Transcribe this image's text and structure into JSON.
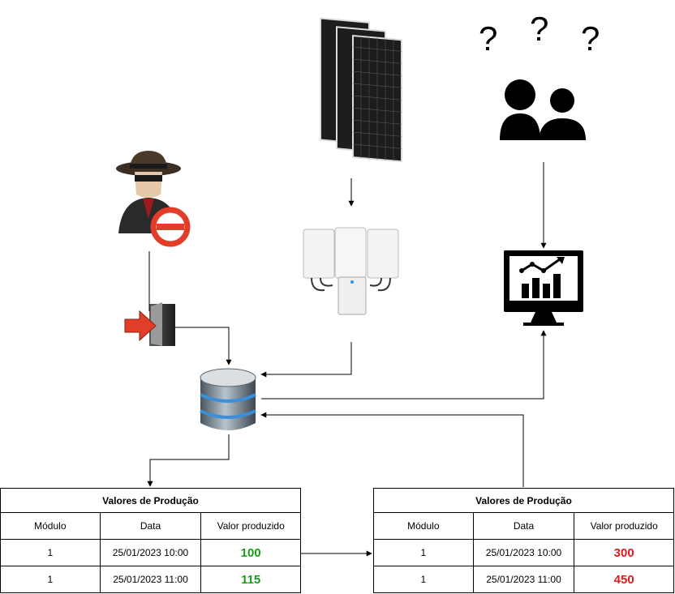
{
  "tables": [
    {
      "title": "Valores de Produção",
      "headers": [
        "Módulo",
        "Data",
        "Valor produzido"
      ],
      "rows": [
        {
          "modulo": "1",
          "data": "25/01/2023 10:00",
          "valor": "100"
        },
        {
          "modulo": "1",
          "data": "25/01/2023 11:00",
          "valor": "115"
        }
      ],
      "value_color": "#1a9b1a"
    },
    {
      "title": "Valores de Produção",
      "headers": [
        "Módulo",
        "Data",
        "Valor produzido"
      ],
      "rows": [
        {
          "modulo": "1",
          "data": "25/01/2023 10:00",
          "valor": "300"
        },
        {
          "modulo": "1",
          "data": "25/01/2023 11:00",
          "valor": "450"
        }
      ],
      "value_color": "#e31b1b"
    }
  ],
  "nodes": {
    "question_marks": [
      "?",
      "?",
      "?"
    ],
    "icons": [
      "solar-panels-icon",
      "users-icon",
      "hacker-icon",
      "forbidden-icon",
      "inverter-icon",
      "door-enter-icon",
      "database-icon",
      "chart-monitor-icon"
    ]
  },
  "colors": {
    "line": "#000000",
    "panel": "#1a1a1a",
    "db_top": "#8a9aa4",
    "db_ring": "#3a8fd8",
    "red_arrow": "#e23d28"
  }
}
